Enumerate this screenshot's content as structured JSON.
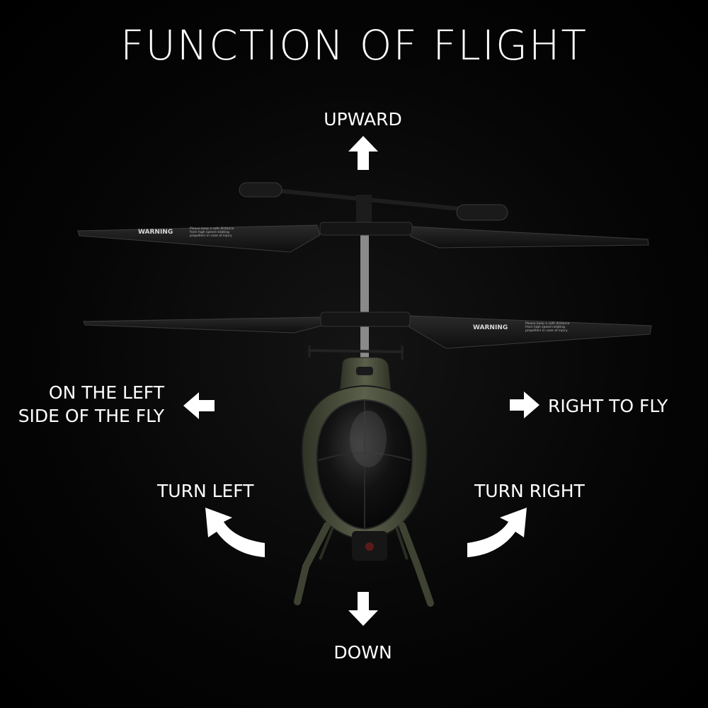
{
  "title": "FUNCTION OF FLIGHT",
  "labels": {
    "upward": "UPWARD",
    "left_side_line1": "ON THE LEFT",
    "left_side_line2": "SIDE OF THE FLY",
    "right_fly": "RIGHT TO FLY",
    "turn_left": "TURN LEFT",
    "turn_right": "TURN RIGHT",
    "down": "DOWN"
  },
  "blade_warning": {
    "heading": "WARNING",
    "line1": "Please keep a safe distance",
    "line2": "from high speed rotating",
    "line3": "propellers in case of injury"
  },
  "colors": {
    "background": "#000000",
    "text": "#ffffff",
    "arrow": "#ffffff",
    "body_olive": "#4a4f3c",
    "canopy": "#0c0c0c",
    "blade": "#1b1b1b"
  },
  "icons": [
    "arrow-up-icon",
    "arrow-left-icon",
    "arrow-right-icon",
    "arrow-down-icon",
    "turn-left-icon",
    "turn-right-icon"
  ]
}
